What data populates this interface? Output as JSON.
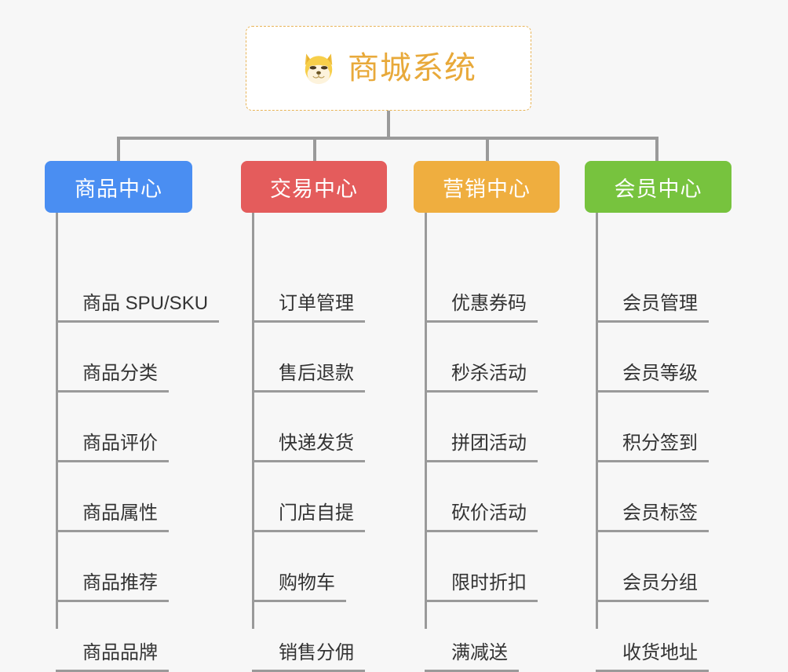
{
  "page": {
    "background_color": "#f7f7f7",
    "diagram_type": "organization-tree"
  },
  "root": {
    "title": "商城系统",
    "icon": "shiba-inu-dog-face-icon",
    "text_color": "#e8a93a",
    "border_color": "#e8b457",
    "background_color": "#ffffff"
  },
  "branches": [
    {
      "title": "商品中心",
      "color": "#4a8ef2",
      "items": [
        "商品 SPU/SKU",
        "商品分类",
        "商品评价",
        "商品属性",
        "商品推荐",
        "商品品牌"
      ]
    },
    {
      "title": "交易中心",
      "color": "#e45c5c",
      "items": [
        "订单管理",
        "售后退款",
        "快递发货",
        "门店自提",
        "购物车",
        "销售分佣"
      ]
    },
    {
      "title": "营销中心",
      "color": "#efae3f",
      "items": [
        "优惠券码",
        "秒杀活动",
        "拼团活动",
        "砍价活动",
        "限时折扣",
        "满减送"
      ]
    },
    {
      "title": "会员中心",
      "color": "#77c33e",
      "items": [
        "会员管理",
        "会员等级",
        "积分签到",
        "会员标签",
        "会员分组",
        "收货地址"
      ]
    }
  ]
}
